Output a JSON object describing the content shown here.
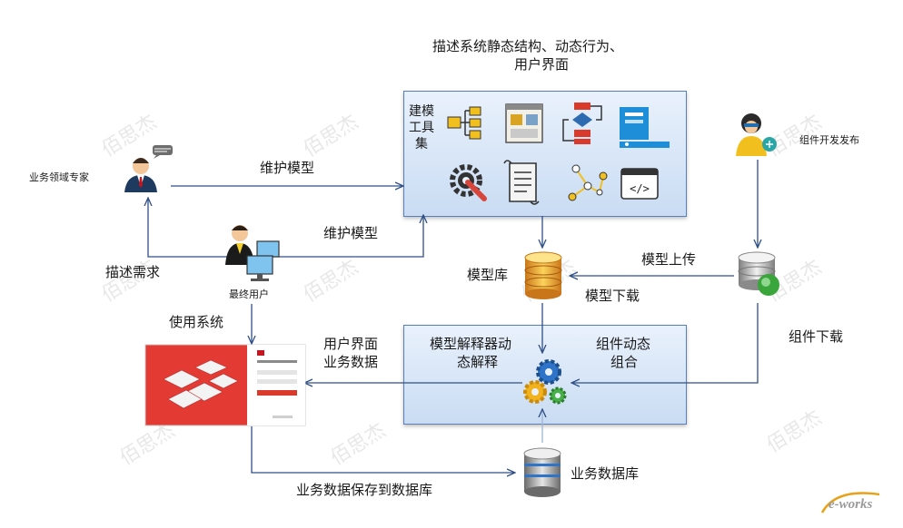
{
  "title_line1": "描述系统静态结构、动态行为、",
  "title_line2": "用户界面",
  "modeling_tools": {
    "line1": "建模",
    "line2": "工具",
    "line3": "集"
  },
  "actors": {
    "domain_expert": "业务领域专家",
    "end_user": "最终用户",
    "component_dev": "组件开发发布"
  },
  "arrows": {
    "maintain_model_1": "维护模型",
    "maintain_model_2": "维护模型",
    "describe_requirements": "描述需求",
    "use_system": "使用系统",
    "model_upload": "模型上传",
    "model_download": "模型下载",
    "component_download": "组件下载",
    "ui_line1": "用户界面",
    "ui_line2": "业务数据",
    "save_data": "业务数据保存到数据库"
  },
  "nodes": {
    "model_repo": "模型库",
    "interpreter_line1": "模型解释器动",
    "interpreter_line2": "态解释",
    "component_line1": "组件动态",
    "component_line2": "组合",
    "business_db": "业务数据库"
  },
  "watermark": "佰思杰",
  "logo": "e-works",
  "colors": {
    "arrow": "#2e4f86",
    "panel_border": "#5a7fb8",
    "red": "#c8141e",
    "gold": "#e8a21a",
    "green": "#3aa53a"
  }
}
